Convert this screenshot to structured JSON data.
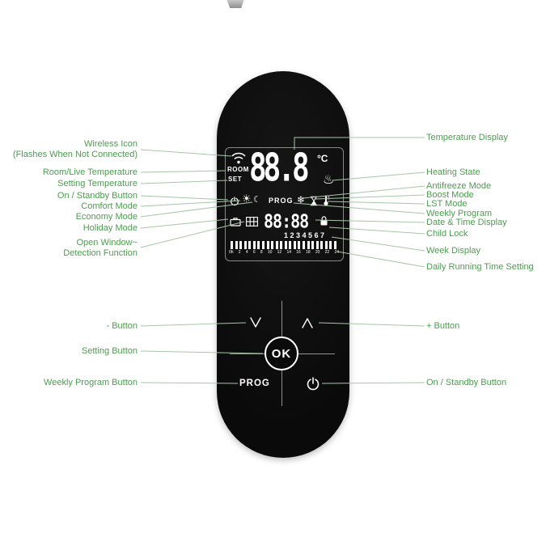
{
  "colors": {
    "label_text": "#4e9b51",
    "leader_line": "#a8c6a8",
    "device_body": "#0b0b0b",
    "display_text": "#ffffff"
  },
  "device": {
    "display": {
      "room_label": "ROOM",
      "set_label": "SET",
      "temperature": "88.8",
      "unit": "°C",
      "prog_indicator": "PROG",
      "time": "88:88",
      "week_numbers": "1234567",
      "timeline_ticks": [
        "0h",
        "2",
        "4",
        "6",
        "8",
        "10",
        "12",
        "14",
        "16",
        "18",
        "20",
        "22",
        "24"
      ],
      "timeline_bar_count": 24
    },
    "buttons": {
      "ok_label": "OK",
      "prog_label": "PROG"
    },
    "icons": {
      "wireless": "wifi-arcs",
      "standby_indicator": "power-symbol",
      "comfort": "☀",
      "economy": "☾",
      "antifreeze": "❄",
      "boost": "hourglass",
      "lst": "thermometer",
      "heating": "♨",
      "holiday": "suitcase",
      "open_window": "window-grid",
      "child_lock": "padlock",
      "minus": "chevron-down",
      "plus": "chevron-up",
      "standby_button": "power-symbol"
    }
  },
  "left_labels": [
    {
      "text": "Wireless Icon",
      "text2": "(Flashes When Not Connected)"
    },
    {
      "text": "Room/Live Temperature"
    },
    {
      "text": "Setting Temperature"
    },
    {
      "text": "On / Standby Button"
    },
    {
      "text": "Comfort Mode"
    },
    {
      "text": "Economy Mode"
    },
    {
      "text": "Holiday Mode"
    },
    {
      "text": "Open Window~",
      "text2": "Detection Function"
    },
    {
      "text": "- Button"
    },
    {
      "text": "Setting Button"
    },
    {
      "text": "Weekly Program Button"
    }
  ],
  "right_labels": [
    {
      "text": "Temperature Display"
    },
    {
      "text": "Heating State"
    },
    {
      "text": "Antifreeze Mode"
    },
    {
      "text": "Boost Mode"
    },
    {
      "text": "LST Mode"
    },
    {
      "text": "Weekly Program"
    },
    {
      "text": "Date & Time Display"
    },
    {
      "text": "Child Lock"
    },
    {
      "text": "Week Display"
    },
    {
      "text": "Daily Running Time Setting"
    },
    {
      "text": "+ Button"
    },
    {
      "text": "On / Standby Button"
    }
  ]
}
